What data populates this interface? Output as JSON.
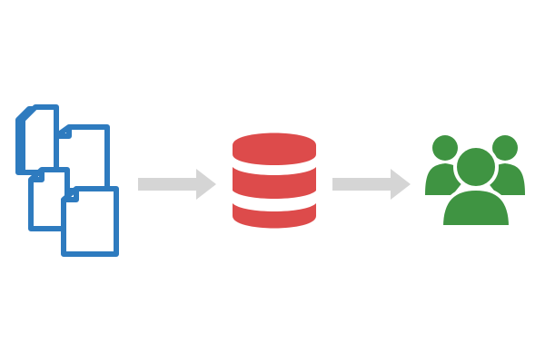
{
  "diagram": {
    "nodes": [
      {
        "id": "documents",
        "icon": "documents-icon",
        "color": "#2e7bbf"
      },
      {
        "id": "database",
        "icon": "database-icon",
        "color": "#dd4b4b"
      },
      {
        "id": "users",
        "icon": "users-icon",
        "color": "#3f9442"
      }
    ],
    "edges": [
      {
        "from": "documents",
        "to": "database",
        "icon": "arrow-right-icon",
        "color": "#d5d5d5"
      },
      {
        "from": "database",
        "to": "users",
        "icon": "arrow-right-icon",
        "color": "#d5d5d5"
      }
    ]
  }
}
